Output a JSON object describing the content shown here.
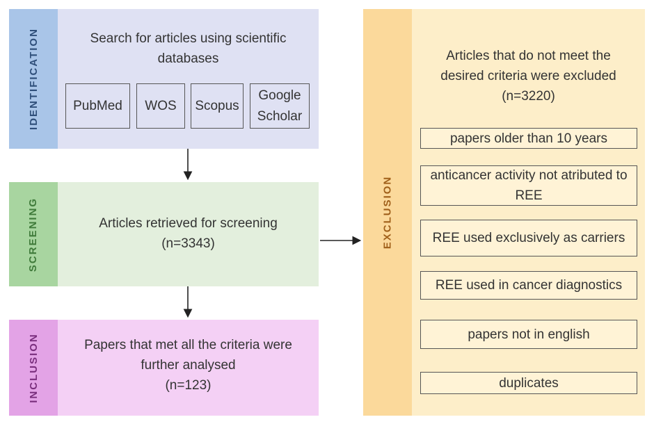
{
  "identification": {
    "label": "IDENTIFICATION",
    "line1": "Search for articles using scientific",
    "line2": "databases",
    "databases": [
      "PubMed",
      "WOS",
      "Scopus"
    ],
    "google_line1": "Google",
    "google_line2": "Scholar"
  },
  "screening": {
    "label": "SCREENING",
    "line1": "Articles retrieved for screening",
    "count": "(n=3343)"
  },
  "inclusion": {
    "label": "INCLUSION",
    "line1": "Papers that met all the criteria were",
    "line2": "further analysed",
    "count": "(n=123)"
  },
  "exclusion": {
    "label": "EXCLUSION",
    "line1": "Articles that do not meet the",
    "line2": "desired criteria were excluded",
    "count": "(n=3220)",
    "criteria": [
      "papers older than 10 years",
      "anticancer activity not atributed to REE",
      "REE used exclusively as carriers",
      "REE used in cancer diagnostics",
      "papers not in english",
      "duplicates"
    ]
  },
  "colors": {
    "identification_tab": "#a9c5e8",
    "identification_panel": "#dfe1f3",
    "screening_tab": "#a8d5a0",
    "screening_panel": "#e3efdd",
    "inclusion_tab": "#e3a3e6",
    "inclusion_panel": "#f4d0f5",
    "exclusion_tab": "#fbd99b",
    "exclusion_panel": "#fdeec9"
  }
}
